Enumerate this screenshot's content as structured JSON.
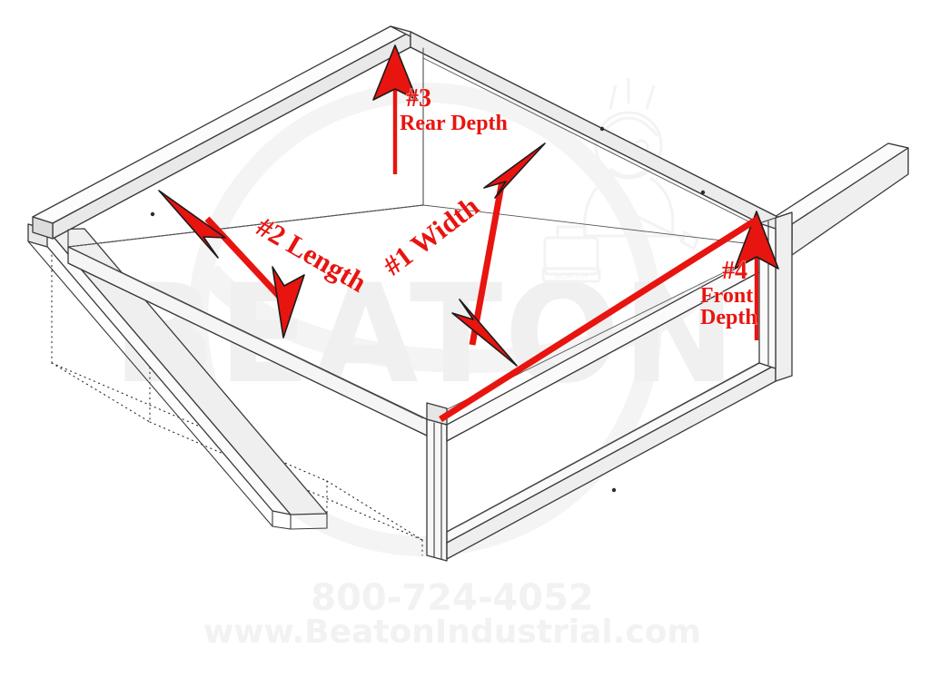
{
  "document": {
    "type": "technical-diagram",
    "subject": "Drawer measurement guide — isometric line drawing of a sheet-metal drawer box on slide rails",
    "background_color": "#ffffff",
    "line_color": "#3a3a3a",
    "accent_color": "#e8140f",
    "watermark_color": "#f0f0f0"
  },
  "measurements": [
    {
      "id": "m1",
      "number": "#1",
      "name": "Width",
      "label": "#1 Width",
      "number_text": "#1",
      "name_text": "Width",
      "style": "double-headed-arrow",
      "orientation": "diagonal-up-right",
      "color": "#e8140f",
      "description": "Inside width of the drawer box measured across the short axis"
    },
    {
      "id": "m2",
      "number": "#2",
      "name": "Length",
      "label": "#2 Length",
      "number_text": "#2",
      "name_text": "Length",
      "style": "double-headed-arrow",
      "orientation": "diagonal-up-left",
      "color": "#e8140f",
      "description": "Inside length of the drawer box measured along the long axis"
    },
    {
      "id": "m3",
      "number": "#3",
      "name": "Rear Depth",
      "label": "#3 Rear Depth",
      "number_text": "#3",
      "name_line1": "Rear Depth",
      "style": "single-headed-arrow-up",
      "orientation": "vertical",
      "color": "#e8140f",
      "description": "Height of the rear wall of the drawer box"
    },
    {
      "id": "m4",
      "number": "#4",
      "name": "Front Depth",
      "label": "#4 Front Depth",
      "number_text": "#4",
      "name_line1": "Front",
      "name_line2": "Depth",
      "style": "single-headed-arrow-up",
      "orientation": "vertical",
      "color": "#e8140f",
      "description": "Height of the front wall of the drawer box"
    }
  ],
  "watermark": {
    "brand_text": "BEATON",
    "logo_name": "beaton-mascot-logo",
    "color": "#f0f0f0"
  },
  "footer": {
    "phone": "800-724-4052",
    "website": "www.BeatonIndustrial.com",
    "color": "#f2f2f2"
  }
}
